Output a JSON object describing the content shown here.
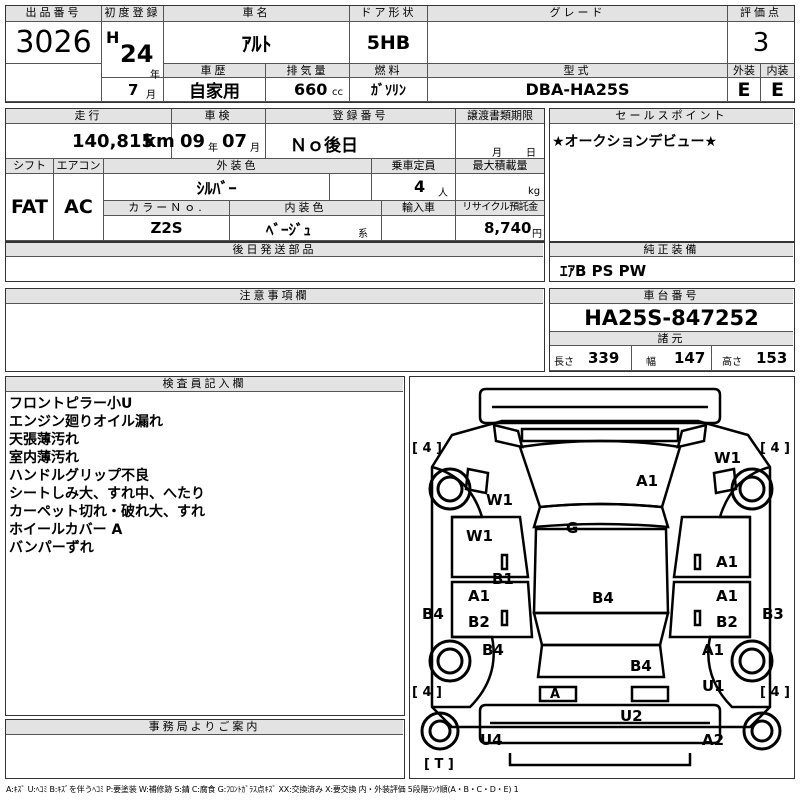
{
  "header": {
    "lot_label": "出品番号",
    "lot": "3026",
    "reg_label": "初度登録",
    "era": "H",
    "year": "24",
    "year_unit": "年",
    "month": "7",
    "month_unit": "月",
    "name_label": "車名",
    "name": "ｱﾙﾄ",
    "door_label": "ドア形状",
    "door": "5HB",
    "grade_label": "グレード",
    "grade": "",
    "score_label": "評価点",
    "score": "3",
    "history_label": "車歴",
    "history": "自家用",
    "disp_label": "排気量",
    "disp": "660",
    "disp_unit": "cc",
    "fuel_label": "燃料",
    "fuel": "ｶﾞｿﾘﾝ",
    "model_label": "型式",
    "model": "DBA-HA25S",
    "ext_label": "外装",
    "ext": "E",
    "int_label": "内装",
    "int": "E"
  },
  "row2": {
    "mileage_label": "走行",
    "mileage": "140,815",
    "mileage_unit": "km",
    "inspect_label": "車検",
    "inspect_y": "09",
    "inspect_y_unit": "年",
    "inspect_m": "07",
    "inspect_m_unit": "月",
    "regno_label": "登録番号",
    "regno": "Ｎｏ後日",
    "transfer_label": "譲渡書類期限",
    "transfer_m_unit": "月",
    "transfer_d_unit": "日",
    "shift_label": "シフト",
    "shift": "FAT",
    "ac_label": "エアコン",
    "ac": "AC",
    "color_label": "外装色",
    "color": "ｼﾙﾊﾞｰ",
    "cap_label": "乗車定員",
    "cap": "4",
    "cap_unit": "人",
    "load_label": "最大積載量",
    "load_unit": "kg",
    "colorno_label": "カラーＮｏ.",
    "colorno": "Z2S",
    "interior_label": "内装色",
    "interior": "ﾍﾞｰｼﾞｭ",
    "interior_unit": "系",
    "import_label": "輸入車",
    "recycle_label": "リサイクル預託金",
    "recycle": "8,740",
    "recycle_unit": "円"
  },
  "sales": {
    "label": "セールスポイント",
    "text": "★オークションデビュー★"
  },
  "later": {
    "label": "後日発送部品"
  },
  "equip": {
    "label": "純正装備",
    "text": "ｴｱB PS PW"
  },
  "caution": {
    "label": "注意事項欄"
  },
  "chassis": {
    "label": "車台番号",
    "number": "HA25S-847252",
    "spec_label": "諸元",
    "len_label": "長さ",
    "len": "339",
    "wid_label": "幅",
    "wid": "147",
    "hei_label": "高さ",
    "hei": "153"
  },
  "inspector": {
    "label": "検査員記入欄",
    "lines": [
      "フロントピラー小U",
      "エンジン廻りオイル漏れ",
      "天張薄汚れ",
      "室内薄汚れ",
      "ハンドルグリップ不良",
      "シートしみ大、すれ中、へたり",
      "カーペット切れ・破れ大、すれ",
      "ホイールカバー A",
      "バンパーずれ"
    ]
  },
  "office": {
    "label": "事務局よりご案内"
  },
  "diagram": {
    "tire_marks": [
      "[ 4 ]",
      "[ 4 ]",
      "[ 4 ]",
      "[ 4 ]",
      "[ T ]"
    ],
    "marks": {
      "w1_fr": "W1",
      "a1_hood": "A1",
      "w1_fl": "W1",
      "g_glass": "G",
      "w1_lfd": "W1",
      "a1_rfd": "A1",
      "b1_l": "B1",
      "a1_lrd": "A1",
      "a1_rrd": "A1",
      "b4_roof": "B4",
      "b4_lside": "B4",
      "b2_l": "B2",
      "b2_r": "B2",
      "b3_rside": "B3",
      "b4_lq": "B4",
      "b4_rear": "B4",
      "a1_rq": "A1",
      "u1_r": "U1",
      "a_plate": "A",
      "u2_bumper": "U2",
      "u4_l": "U4",
      "a2_r": "A2"
    }
  },
  "legend": "A:ｷｽﾞ U:ﾍｺﾐ B:ｷｽﾞを伴うﾍｺﾐ P:要塗装 W:補修跡 S:錆 C:腐食 G:ﾌﾛﾝﾄｶﾞﾗｽ点ｷｽﾞ XX:交換済み X:要交換 内・外装評価 5段階ﾗﾝｸ順(A・B・C・D・E) 1"
}
